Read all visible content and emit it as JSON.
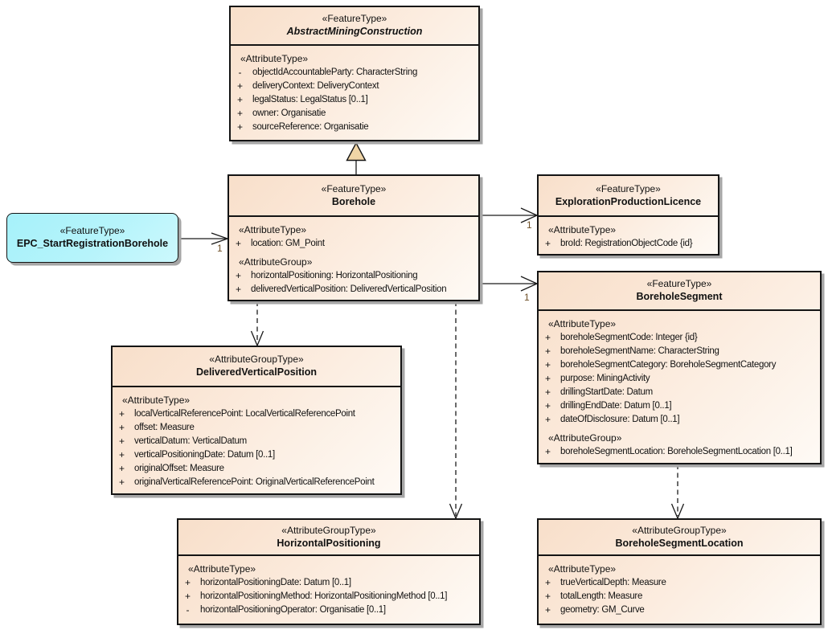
{
  "classes": [
    {
      "id": "abstract-mining-construction",
      "stereotype": "«FeatureType»",
      "name": "AbstractMiningConstruction",
      "sections": [
        {
          "heading": "«AttributeType»",
          "rows": [
            {
              "vis": "-",
              "text": "objectIdAccountableParty: CharacterString"
            },
            {
              "vis": "+",
              "text": "deliveryContext: DeliveryContext"
            },
            {
              "vis": "+",
              "text": "legalStatus: LegalStatus [0..1]"
            },
            {
              "vis": "+",
              "text": "owner: Organisatie"
            },
            {
              "vis": "+",
              "text": "sourceReference: Organisatie"
            }
          ]
        }
      ]
    },
    {
      "id": "borehole",
      "stereotype": "«FeatureType»",
      "name": "Borehole",
      "sections": [
        {
          "heading": "«AttributeType»",
          "rows": [
            {
              "vis": "+",
              "text": "location: GM_Point"
            }
          ]
        },
        {
          "heading": "«AttributeGroup»",
          "rows": [
            {
              "vis": "+",
              "text": "horizontalPositioning: HorizontalPositioning"
            },
            {
              "vis": "+",
              "text": "deliveredVerticalPosition: DeliveredVerticalPosition"
            }
          ]
        }
      ]
    },
    {
      "id": "epc-start-registration-borehole",
      "stereotype": "«FeatureType»",
      "name": "EPC_StartRegistrationBorehole",
      "sections": []
    },
    {
      "id": "exploration-production-licence",
      "stereotype": "«FeatureType»",
      "name": "ExplorationProductionLicence",
      "sections": [
        {
          "heading": "«AttributeType»",
          "rows": [
            {
              "vis": "+",
              "text": "broId: RegistrationObjectCode {id}"
            }
          ]
        }
      ]
    },
    {
      "id": "borehole-segment",
      "stereotype": "«FeatureType»",
      "name": "BoreholeSegment",
      "sections": [
        {
          "heading": "«AttributeType»",
          "rows": [
            {
              "vis": "+",
              "text": "boreholeSegmentCode: Integer {id}"
            },
            {
              "vis": "+",
              "text": "boreholeSegmentName: CharacterString"
            },
            {
              "vis": "+",
              "text": "boreholeSegmentCategory: BoreholeSegmentCategory"
            },
            {
              "vis": "+",
              "text": "purpose: MiningActivity"
            },
            {
              "vis": "+",
              "text": "drillingStartDate: Datum"
            },
            {
              "vis": "+",
              "text": "drillingEndDate: Datum [0..1]"
            },
            {
              "vis": "+",
              "text": "dateOfDisclosure: Datum [0..1]"
            }
          ]
        },
        {
          "heading": "«AttributeGroup»",
          "rows": [
            {
              "vis": "+",
              "text": "boreholeSegmentLocation: BoreholeSegmentLocation [0..1]"
            }
          ]
        }
      ]
    },
    {
      "id": "delivered-vertical-position",
      "stereotype": "«AttributeGroupType»",
      "name": "DeliveredVerticalPosition",
      "sections": [
        {
          "heading": "«AttributeType»",
          "rows": [
            {
              "vis": "+",
              "text": "localVerticalReferencePoint: LocalVerticalReferencePoint"
            },
            {
              "vis": "+",
              "text": "offset: Measure"
            },
            {
              "vis": "+",
              "text": "verticalDatum: VerticalDatum"
            },
            {
              "vis": "+",
              "text": "verticalPositioningDate: Datum [0..1]"
            },
            {
              "vis": "+",
              "text": "originalOffset: Measure"
            },
            {
              "vis": "+",
              "text": "originalVerticalReferencePoint: OriginalVerticalReferencePoint"
            }
          ]
        }
      ]
    },
    {
      "id": "horizontal-positioning",
      "stereotype": "«AttributeGroupType»",
      "name": "HorizontalPositioning",
      "sections": [
        {
          "heading": "«AttributeType»",
          "rows": [
            {
              "vis": "+",
              "text": "horizontalPositioningDate: Datum [0..1]"
            },
            {
              "vis": "+",
              "text": "horizontalPositioningMethod: HorizontalPositioningMethod [0..1]"
            },
            {
              "vis": "-",
              "text": "horizontalPositioningOperator: Organisatie [0..1]"
            }
          ]
        }
      ]
    },
    {
      "id": "borehole-segment-location",
      "stereotype": "«AttributeGroupType»",
      "name": "BoreholeSegmentLocation",
      "sections": [
        {
          "heading": "«AttributeType»",
          "rows": [
            {
              "vis": "+",
              "text": "trueVerticalDepth: Measure"
            },
            {
              "vis": "+",
              "text": "totalLength: Measure"
            },
            {
              "vis": "+",
              "text": "geometry: GM_Curve"
            }
          ]
        }
      ]
    }
  ],
  "connectors": {
    "epc_to_borehole": {
      "multiplicity": "1"
    },
    "borehole_to_licence": {
      "multiplicity": "1"
    },
    "borehole_to_segment": {
      "multiplicity": "1"
    }
  },
  "colors": {
    "class_fill": "#f8dfca",
    "epc_fill": "#a6f1fa",
    "border": "#141414",
    "shadow": "#a6a6a6",
    "triangle_fill": "#f0d5a6",
    "multiplicity_text": "#6e4f26"
  }
}
